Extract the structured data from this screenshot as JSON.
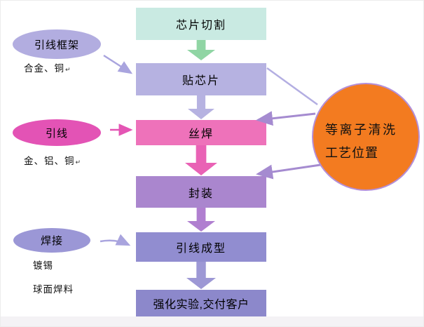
{
  "flow": {
    "steps": [
      {
        "label": "芯片切割"
      },
      {
        "label": "贴芯片"
      },
      {
        "label": "丝焊"
      },
      {
        "label": "封装"
      },
      {
        "label": "引线成型"
      },
      {
        "label": "强化实验,交付客户"
      }
    ]
  },
  "annotations": [
    {
      "title": "引线框架",
      "notes": [
        "合金、铜"
      ]
    },
    {
      "title": "引线",
      "notes": [
        "金、铝、铜"
      ]
    },
    {
      "title": "焊接",
      "notes": [
        "镀锡",
        "球面焊料"
      ]
    }
  ],
  "callout": {
    "line1": "等离子清洗",
    "line2": "工艺位置"
  },
  "misc": {
    "return_mark": "↵"
  },
  "colors": {
    "chip_cut_box": "#c9eae2",
    "green_arrow": "#90d5a4",
    "die_attach_box": "#b6b2e1",
    "wire_bond_box": "#ee72ba",
    "pink_block_arrow": "#e962b5",
    "molding_box": "#aa86ce",
    "purple_block_arrow": "#b07fd0",
    "lead_form_box": "#918dd0",
    "final_box": "#8c88cb",
    "last_block_arrow": "#9d98d5",
    "leadframe_ellipse": "#b2ade0",
    "wire_ellipse": "#e353b5",
    "solder_ellipse": "#9b97d6",
    "callout_fill": "#f37b20",
    "callout_stroke": "#b48fd8",
    "connector_periwinkle": "#a9a4de",
    "connector_pink": "#e455b4",
    "connector_purple": "#a58bd0"
  }
}
